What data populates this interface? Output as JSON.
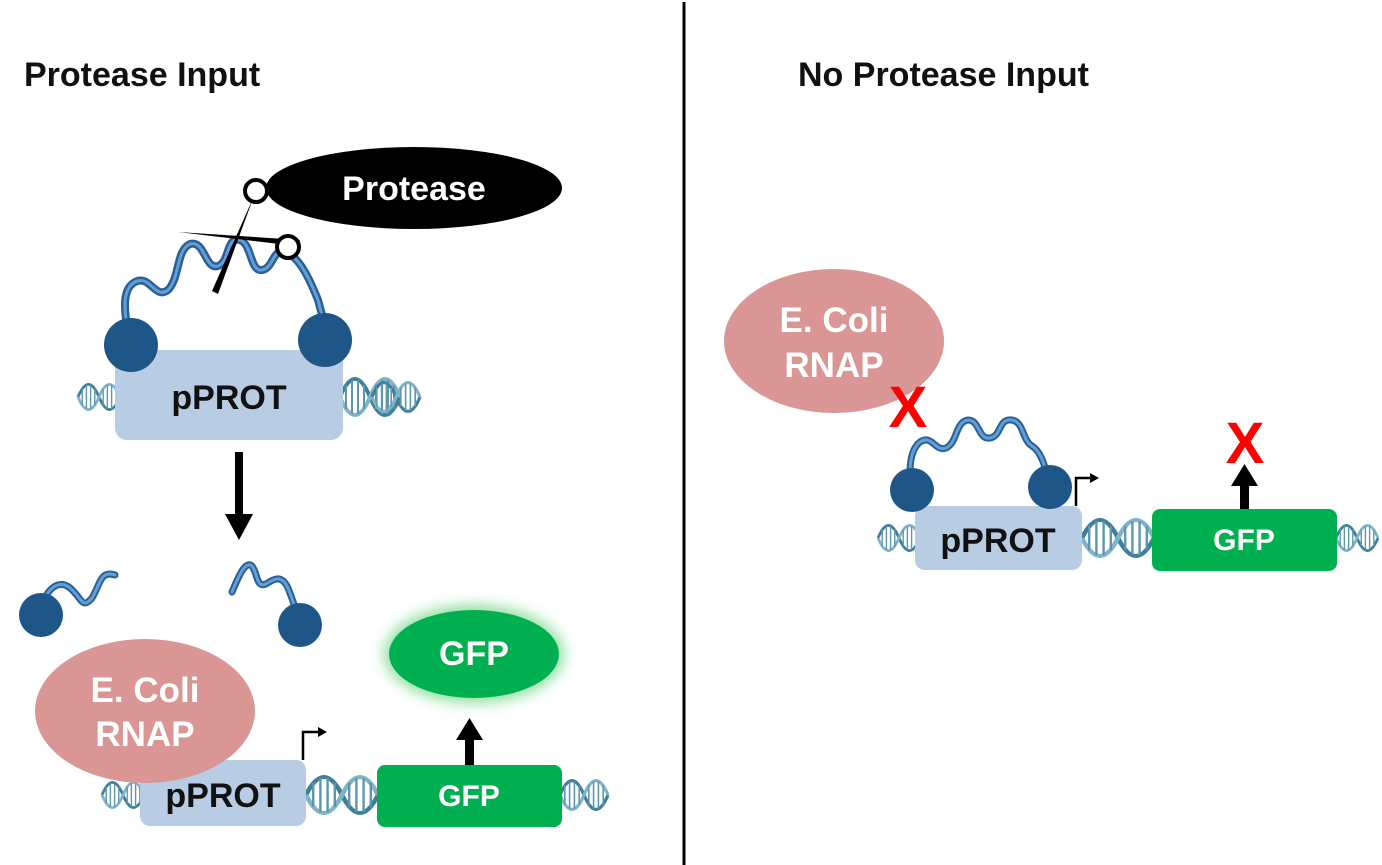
{
  "panels": {
    "left": {
      "title": "Protease Input",
      "protease_label": "Protease",
      "promoter_label_top": "pPROT",
      "rnap_label_line1": "E. Coli",
      "rnap_label_line2": "RNAP",
      "promoter_label_bottom": "pPROT",
      "gene_label": "GFP",
      "protein_label": "GFP"
    },
    "right": {
      "title": "No Protease Input",
      "rnap_label_line1": "E. Coli",
      "rnap_label_line2": "RNAP",
      "block_mark_rnap": "X",
      "block_mark_expression": "X",
      "promoter_label": "pPROT",
      "gene_label": "GFP"
    }
  },
  "colors": {
    "promoter_box": "#b8cce4",
    "gene_box": "#00b050",
    "rnap": "#d99694",
    "linker_ball": "#1f5688",
    "linker_chain": "#3b7fc4",
    "dna": "#4f8ea8",
    "block_mark": "#ff0000",
    "protease_bubble": "#000000"
  }
}
